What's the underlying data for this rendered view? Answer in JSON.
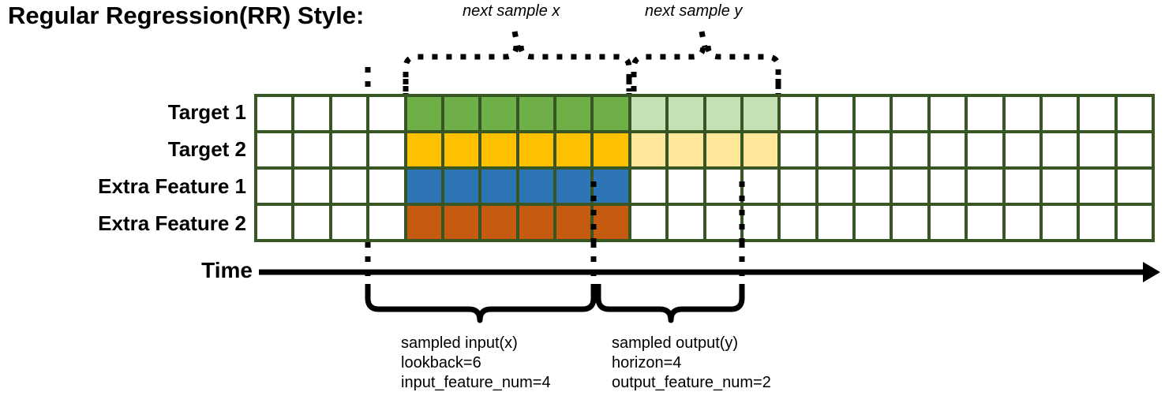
{
  "title": "Regular Regression(RR) Style:",
  "annotations": {
    "next_sample_x": "next sample x",
    "next_sample_y": "next sample y"
  },
  "rows": [
    {
      "label": "Target 1",
      "color": "#6FAF48",
      "light_color": "#C5E0B4"
    },
    {
      "label": "Target 2",
      "color": "#FFC000",
      "light_color": "#FFE699"
    },
    {
      "label": "Extra Feature 1",
      "color": "#2E75B6",
      "light_color": null
    },
    {
      "label": "Extra Feature 2",
      "color": "#C55A11",
      "light_color": null
    }
  ],
  "axis": {
    "label": "Time"
  },
  "grid": {
    "columns": 24,
    "rows": 4,
    "border_color": "#375623",
    "empty_color": "#ffffff",
    "input_start_col": 4,
    "input_end_col": 9,
    "output_start_col": 10,
    "output_end_col": 13
  },
  "captions": {
    "input": {
      "line1": "sampled input(x)",
      "line2": "lookback=6",
      "line3": "input_feature_num=4"
    },
    "output": {
      "line1": "sampled output(y)",
      "line2": "horizon=4",
      "line3": "output_feature_num=2"
    }
  },
  "colors": {
    "green": "#6FAF48",
    "amber": "#FFC000",
    "blue": "#2E75B6",
    "orange": "#C55A11",
    "light_green": "#C5E0B4",
    "light_amber": "#FFE699",
    "border": "#375623",
    "ink": "#000000"
  }
}
